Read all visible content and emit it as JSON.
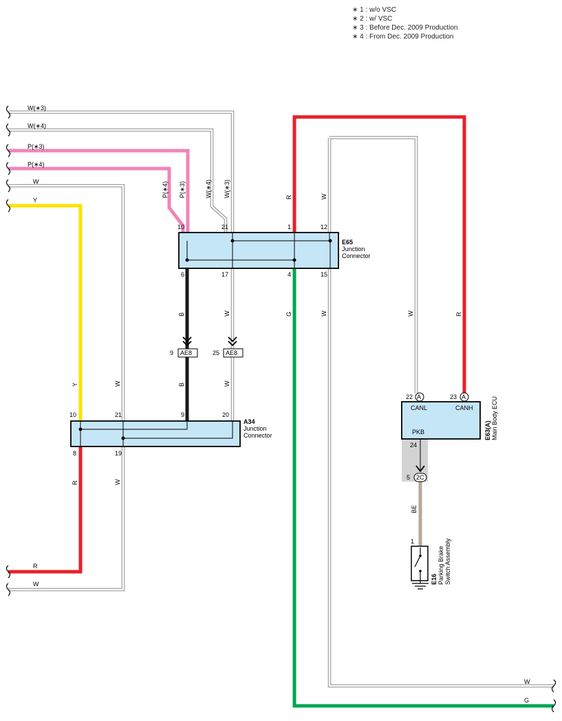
{
  "notes": [
    "∗ 1 : w/o VSC",
    "∗ 2 : w/ VSC",
    "∗ 3 : Before Dec.  2009 Production",
    "∗ 4 : From Dec.  2009 Production"
  ],
  "colors": {
    "red": "#e8202a",
    "green": "#00a651",
    "yellow": "#ffe100",
    "pink": "#ee87b8",
    "black": "#1a1a1a",
    "beige": "#b8a898",
    "box_fill": "#c5e6f7"
  },
  "left_wires": {
    "w3": "W(∗3)",
    "w4": "W(∗4)",
    "p3": "P(∗3)",
    "p4": "P(∗4)",
    "w": "W",
    "y": "Y",
    "r": "R",
    "w_bottom": "W"
  },
  "vertical_labels": {
    "p4": "P(∗4)",
    "p3": "P(∗3)",
    "w4": "W(∗4)",
    "w3": "W(∗3)",
    "r_top": "R",
    "w_top": "W",
    "b1": "B",
    "w17": "W",
    "g": "G",
    "w15": "W",
    "w_ecu": "W",
    "r_ecu": "R",
    "y": "Y",
    "w21": "W",
    "b2": "B",
    "w_ae8": "W",
    "r8": "R",
    "w19": "W",
    "be": "BE"
  },
  "e65": {
    "code": "E65",
    "name1": "Junction",
    "name2": "Connector",
    "pins": {
      "p10": "10",
      "p21": "21",
      "p1": "1",
      "p12": "12",
      "p6": "6",
      "p17": "17",
      "p4": "4",
      "p15": "15"
    }
  },
  "a34": {
    "code": "A34",
    "name1": "Junction",
    "name2": "Connector",
    "pins": {
      "p10": "10",
      "p21": "21",
      "p9": "9",
      "p20": "20",
      "p8": "8",
      "p19": "19"
    }
  },
  "ae8": {
    "left_pin": "9",
    "left_code": "AE8",
    "right_pin": "25",
    "right_code": "AE8"
  },
  "e63": {
    "code": "E63(A)",
    "name": "Main Body ECU",
    "canl": "CANL",
    "canh": "CANH",
    "pkb": "PKB",
    "pin22": "22",
    "pin23": "23",
    "conn_a": "A",
    "conn_a2": "A",
    "pin24": "24"
  },
  "conn_2c": {
    "pin": "5",
    "code": "2C"
  },
  "e16": {
    "pin": "1",
    "code": "E16",
    "name1": "Parking Brake",
    "name2": "Switch Assembly"
  },
  "right_wires": {
    "w": "W",
    "g": "G"
  }
}
